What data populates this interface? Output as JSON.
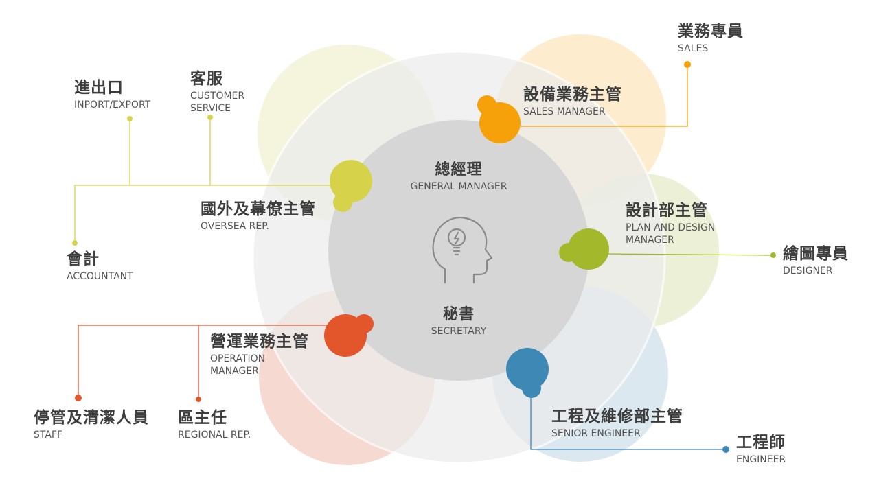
{
  "colors": {
    "yellow": "#d6d34a",
    "orange": "#f7a10a",
    "green": "#a3b92b",
    "red": "#e3552b",
    "blue": "#3e88b5",
    "center": "#d6d6d6",
    "ring": "#eeeeee"
  },
  "center_icon": "head-lightbulb-icon",
  "center": {
    "top": {
      "zh": "總經理",
      "en": "GENERAL MANAGER"
    },
    "bottom": {
      "zh": "秘書",
      "en": "SECRETARY"
    }
  },
  "managers": {
    "oversea": {
      "zh": "國外及幕僚主管",
      "en": "OVERSEA REP."
    },
    "sales_manager": {
      "zh": "設備業務主管",
      "en": "SALES MANAGER"
    },
    "plan_design": {
      "zh": "設計部主管",
      "en_1": "PLAN AND DESIGN",
      "en_2": "MANAGER"
    },
    "operation": {
      "zh": "營運業務主管",
      "en_1": "OPERATION",
      "en_2": "MANAGER"
    },
    "senior_engineer": {
      "zh": "工程及維修部主管",
      "en": "SENIOR ENGINEER"
    }
  },
  "staff": {
    "import_export": {
      "zh": "進出口",
      "en": "INPORT/EXPORT"
    },
    "customer_service": {
      "zh": "客服",
      "en_1": "CUSTOMER",
      "en_2": "SERVICE"
    },
    "accountant": {
      "zh": "會計",
      "en": "ACCOUNTANT"
    },
    "sales": {
      "zh": "業務專員",
      "en": "SALES"
    },
    "designer": {
      "zh": "繪圖專員",
      "en": "DESIGNER"
    },
    "cleaning_staff": {
      "zh": "停管及清潔人員",
      "en": "STAFF"
    },
    "regional_rep": {
      "zh": "區主任",
      "en": "REGIONAL REP."
    },
    "engineer": {
      "zh": "工程師",
      "en": "ENGINEER"
    }
  }
}
